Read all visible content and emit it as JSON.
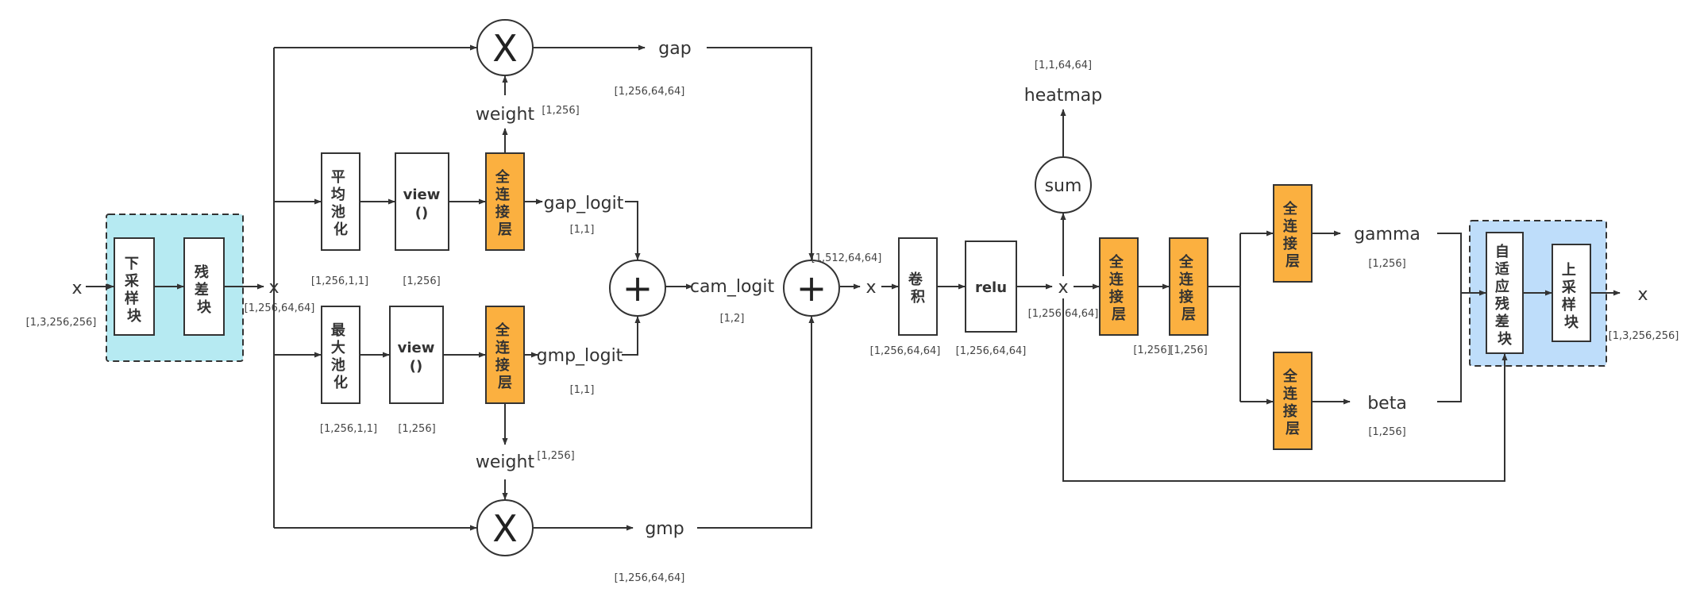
{
  "inputs": {
    "x_in": "x",
    "x_in_shape": "[1,3,256,256]",
    "x_after_enc": "x",
    "x_after_enc_shape": "[1,256,64,64]",
    "x_after_add": "x",
    "x_after_relu": "x",
    "x_after_relu_shape": "[1,256,64,64]",
    "x_out": "x",
    "x_out_shape": "[1,3,256,256]"
  },
  "blocks": {
    "downsample": [
      "下",
      "采",
      "样",
      "块"
    ],
    "residual": [
      "残",
      "差",
      "块"
    ],
    "avgpool": [
      "平",
      "均",
      "池",
      "化"
    ],
    "maxpool": [
      "最",
      "大",
      "池",
      "化"
    ],
    "view_label": "view",
    "view_parens": "()",
    "fc": [
      "全",
      "连",
      "接",
      "层"
    ],
    "conv": [
      "卷",
      "积"
    ],
    "relu": "relu",
    "adaptive_res": [
      "自",
      "适",
      "应",
      "残",
      "差",
      "块"
    ],
    "upsample": [
      "上",
      "采",
      "样",
      "块"
    ]
  },
  "ops": {
    "multiply": "X",
    "add": "+",
    "sum": "sum"
  },
  "labels": {
    "gap": "gap",
    "gmp": "gmp",
    "weight_top": "weight",
    "weight_bottom": "weight",
    "gap_logit": "gap_logit",
    "gmp_logit": "gmp_logit",
    "cam_logit": "cam_logit",
    "heatmap": "heatmap",
    "gamma": "gamma",
    "beta": "beta"
  },
  "shapes": {
    "gap": "[1,256,64,64]",
    "gmp": "[1,256,64,64]",
    "weight_top": "[1,256]",
    "weight_bottom": "[1,256]",
    "avgpool": "[1,256,1,1]",
    "view_top": "[1,256]",
    "maxpool": "[1,256,1,1]",
    "view_bottom": "[1,256]",
    "gap_logit": "[1,1]",
    "gmp_logit": "[1,1]",
    "cam_logit": "[1,2]",
    "concat": "[1,512,64,64]",
    "conv": "[1,256,64,64]",
    "relu": "[1,256,64,64]",
    "heatmap": "[1,1,64,64]",
    "fc1": "[1,256]",
    "fc2": "[1,256]",
    "gamma": "[1,256]",
    "beta": "[1,256]"
  },
  "colors": {
    "fc_fill": "#FBB040",
    "encoder_fill": "#B6EAF2",
    "decoder_fill": "#BEDDFA",
    "stroke": "#333333"
  }
}
